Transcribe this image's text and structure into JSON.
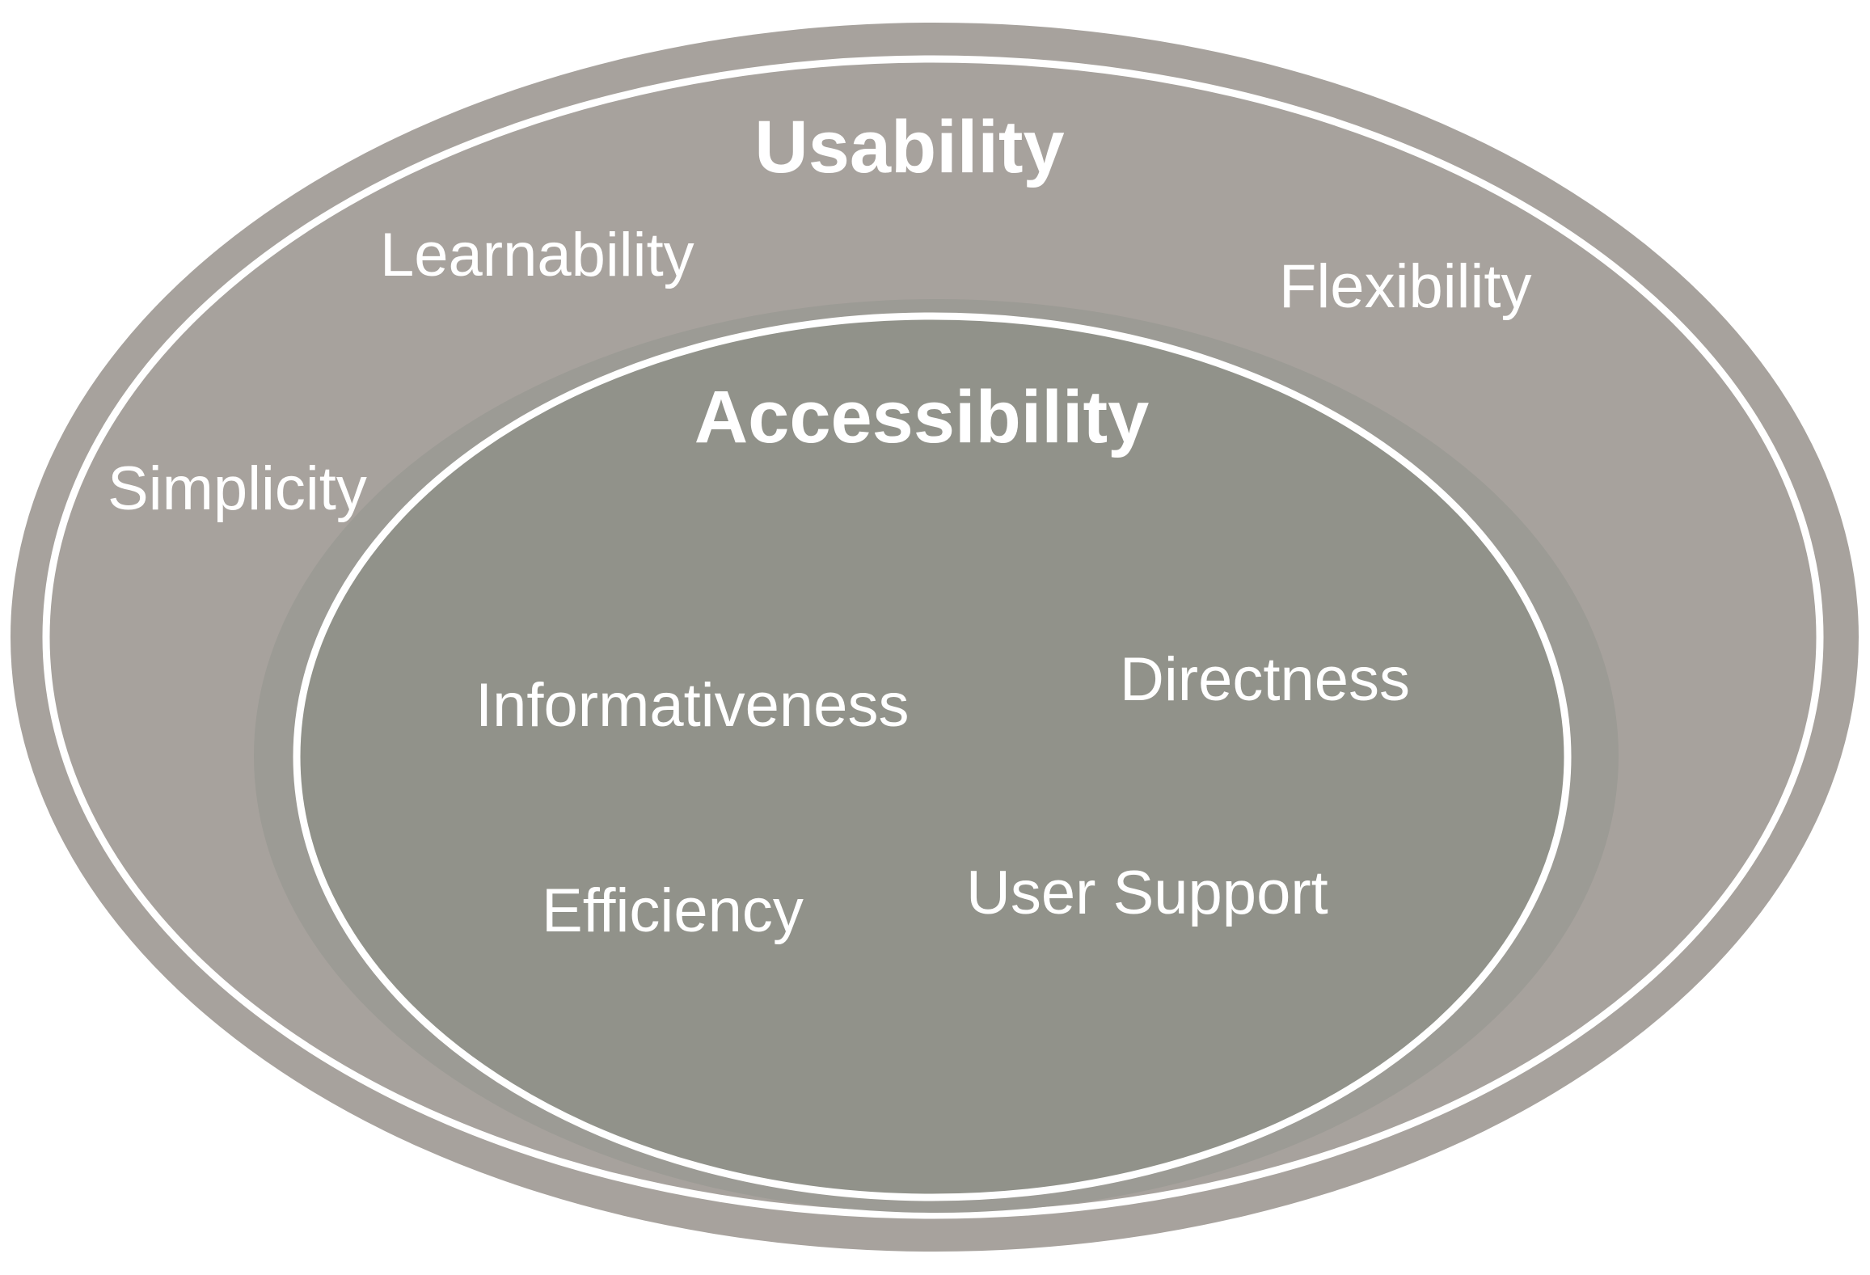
{
  "diagram": {
    "outer": {
      "title": "Usability",
      "terms": [
        "Learnability",
        "Flexibility",
        "Simplicity"
      ]
    },
    "inner": {
      "title": "Accessibility",
      "terms": [
        "Informativeness",
        "Directness",
        "Efficiency",
        "User Support"
      ]
    }
  },
  "colors": {
    "outer_fill": "#a7a29d",
    "inner_halo": "#9c9b95",
    "inner_fill": "#91928a",
    "ring_stroke": "#ffffff",
    "text": "#ffffff"
  }
}
